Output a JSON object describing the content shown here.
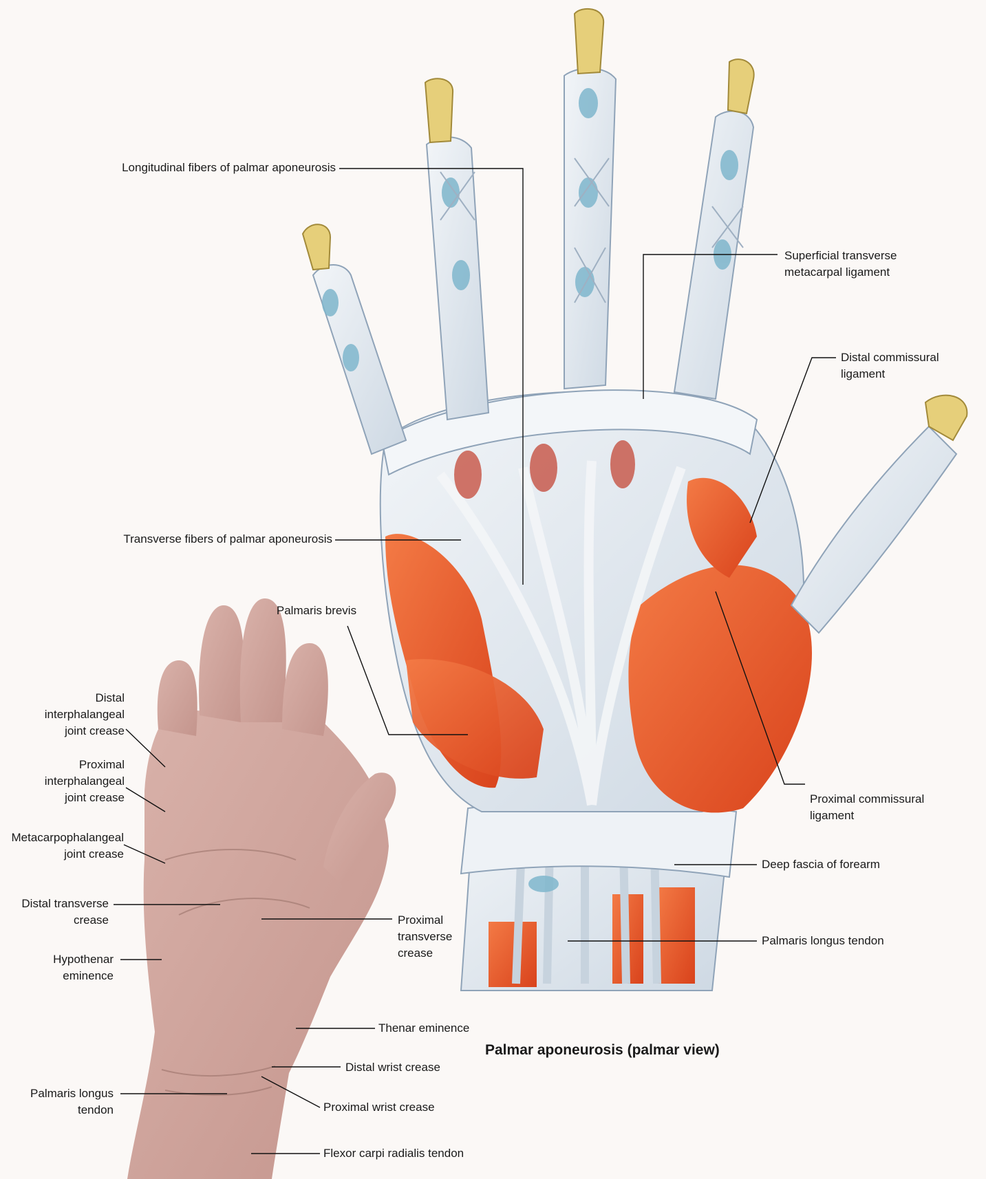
{
  "title": "Palmar aponeurosis (palmar view)",
  "labels": {
    "longitudinal_fibers": "Longitudinal fibers of palmar aponeurosis",
    "superficial_transverse": "Superficial transverse\nmetacarpal ligament",
    "distal_commissural": "Distal commissural\nligament",
    "transverse_fibers": "Transverse fibers of palmar aponeurosis",
    "palmaris_brevis": "Palmaris brevis",
    "proximal_commissural": "Proximal commissural\nligament",
    "deep_fascia": "Deep fascia of forearm",
    "palmaris_longus_tendon_right": "Palmaris longus tendon",
    "distal_ip_crease": "Distal\ninterphalangeal\njoint crease",
    "proximal_ip_crease": "Proximal\ninterphalangeal\njoint crease",
    "mcp_crease": "Metacarpophalangeal\njoint crease",
    "distal_transverse_crease": "Distal transverse\ncrease",
    "proximal_transverse_crease": "Proximal\ntransverse\ncrease",
    "hypothenar": "Hypothenar\neminence",
    "thenar": "Thenar eminence",
    "distal_wrist_crease": "Distal wrist crease",
    "palmaris_longus_tendon_left": "Palmaris longus\ntendon",
    "proximal_wrist_crease": "Proximal wrist crease",
    "fcr_tendon": "Flexor carpi radialis tendon"
  },
  "colors": {
    "muscle": "#e8542a",
    "aponeurosis": "#dfe6ee",
    "bone": "#e6cf7a",
    "skin": "#cfa39a",
    "synovial": "#7fb6cc"
  }
}
